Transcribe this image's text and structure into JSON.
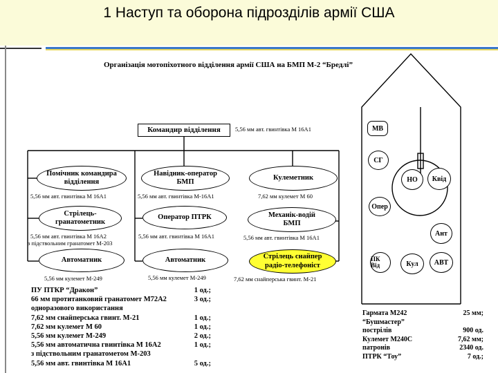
{
  "header": {
    "title": "1 Наступ та оборона підрозділів армії США"
  },
  "diagram": {
    "title": "Організація мотопіхотного відділення армії США на БМП М-2 “Бредлі”",
    "commander": {
      "label": "Командир відділення",
      "weapon": "5,56 мм авт. гвинтівка М 16А1"
    },
    "members": [
      {
        "label1": "Помічник командира",
        "label2": "відділення",
        "weapon": "5,56 мм авт. гвинтівка М 16А1"
      },
      {
        "label1": "Навідник-оператор",
        "label2": "БМП",
        "weapon": "5,56 мм авт. гвинтівка М-16А1"
      },
      {
        "label1": "Кулеметник",
        "label2": "",
        "weapon": "7,62 мм кулемет М 60"
      },
      {
        "label1": "Стрілець-",
        "label2": "гранатометник",
        "weapon": "5,56 мм авт. гвинтівка М 16А2",
        "weapon2": "з підствольним гранатомет М-203"
      },
      {
        "label1": "Оператор ПТРК",
        "label2": "",
        "weapon": "5,56 мм авт. гвинтівка М 16А1"
      },
      {
        "label1": "Механік-водій",
        "label2": "БМП",
        "weapon": "5,56 мм авт. гвинтівка М 16А1"
      },
      {
        "label1": "Автоматник",
        "label2": "",
        "weapon": "5,56 мм кулемет М-249"
      },
      {
        "label1": "Автоматник",
        "label2": "",
        "weapon": "5,56 мм кулемет М-249"
      },
      {
        "label1": "Стрілець снайпер",
        "label2": "радіо-телефоніст",
        "weapon": "7,62 мм снайперська гвинт. М-21"
      }
    ],
    "equipment_list": [
      {
        "name": "ПУ ПТКР “Дракон”",
        "qty": "1 од.;"
      },
      {
        "name": "66 мм протитанковий гранатомет М72А2",
        "qty": "3 од.;"
      },
      {
        "name": "одноразового використання",
        "qty": ""
      },
      {
        "name": "7,62 мм снайперська гвинт. М-21",
        "qty": "1 од.;"
      },
      {
        "name": "7,62 мм кулемет М 60",
        "qty": "1 од.;"
      },
      {
        "name": "5,56 мм кулемет М-249",
        "qty": "2 од.;"
      },
      {
        "name": "5,56 мм автоматична гвинтівка М 16А2",
        "qty": "1 од.;"
      },
      {
        "name": "з підствольним гранатометом М-203",
        "qty": ""
      },
      {
        "name": "5,56 мм авт. гвинтівка М 16А1",
        "qty": "5 од.;"
      }
    ],
    "vehicle": {
      "seats": [
        "МВ",
        "СГ",
        "НО",
        "Квід",
        "Опер",
        "Ант",
        "ПК Від",
        "Кул",
        "АВТ"
      ],
      "stats": [
        {
          "name": "Гармата М242",
          "value": "25 мм;"
        },
        {
          "name": "“Бушмастер”",
          "value": ""
        },
        {
          "name": "пострілів",
          "value": "900 од."
        },
        {
          "name": "Кулемет М240С",
          "value": "7,62 мм;"
        },
        {
          "name": "патронів",
          "value": "2340 од."
        },
        {
          "name": "ПТРК “Тоу”",
          "value": "7 од.;"
        }
      ]
    }
  },
  "colors": {
    "header_bg": "#fbfbd9",
    "accent_blue": "#3a78c8",
    "highlight": "#ffff33"
  }
}
